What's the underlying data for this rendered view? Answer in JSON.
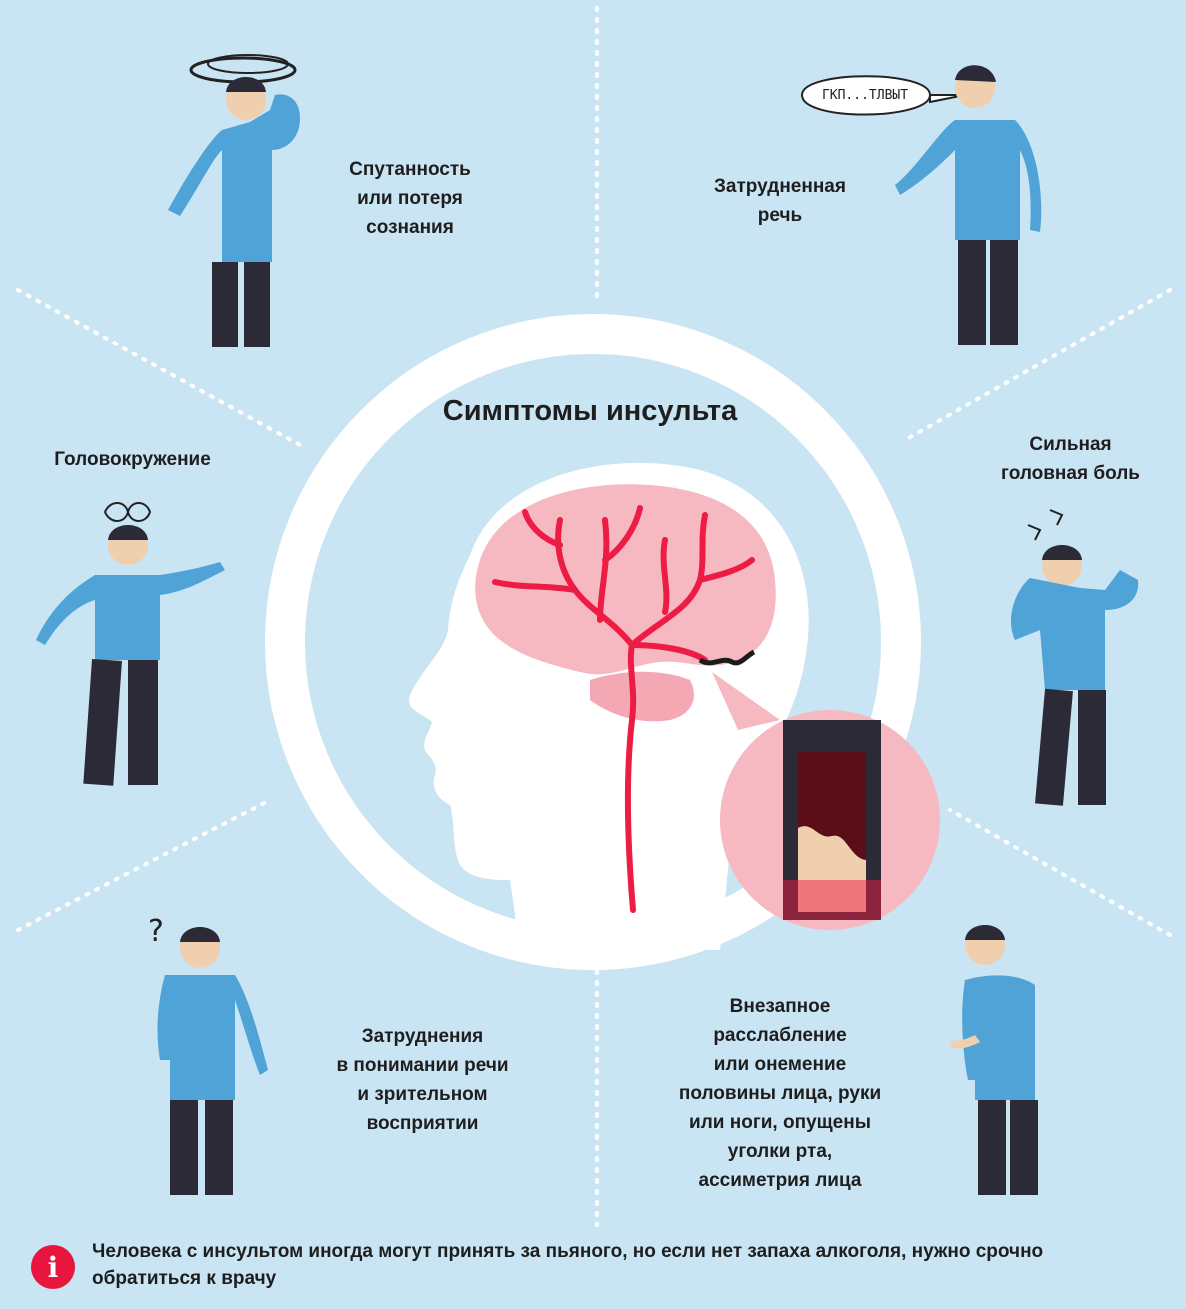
{
  "title": "Симптомы инсульта",
  "symptoms": {
    "confusion": "Спутанность\nили потеря\nсознания",
    "speech": "Затрудненная\nречь",
    "dizziness": "Головокружение",
    "headache": "Сильная\nголовная боль",
    "perception": "Затруднения\nв понимании речи\nи зрительном\nвосприятии",
    "numbness": "Внезапное\nрасслабление\nили онемение\nполовины лица, руки\nили ноги, опущены\nуголки рта,\nассиметрия лица"
  },
  "speech_bubble": "ГКП...ТЛВЫТ",
  "question_mark": "?",
  "note": {
    "icon": "info-icon",
    "text": "Человека с инсультом иногда могут принять за пьяного, но если нет запаха алкоголя, нужно срочно обратиться к врачу"
  },
  "colors": {
    "background": "#c9e4f2",
    "sweater": "#4fa3d6",
    "pants": "#2b2a36",
    "artery": "#ec1c44",
    "brain": "#f6b9c1",
    "accent": "#e8163f"
  }
}
